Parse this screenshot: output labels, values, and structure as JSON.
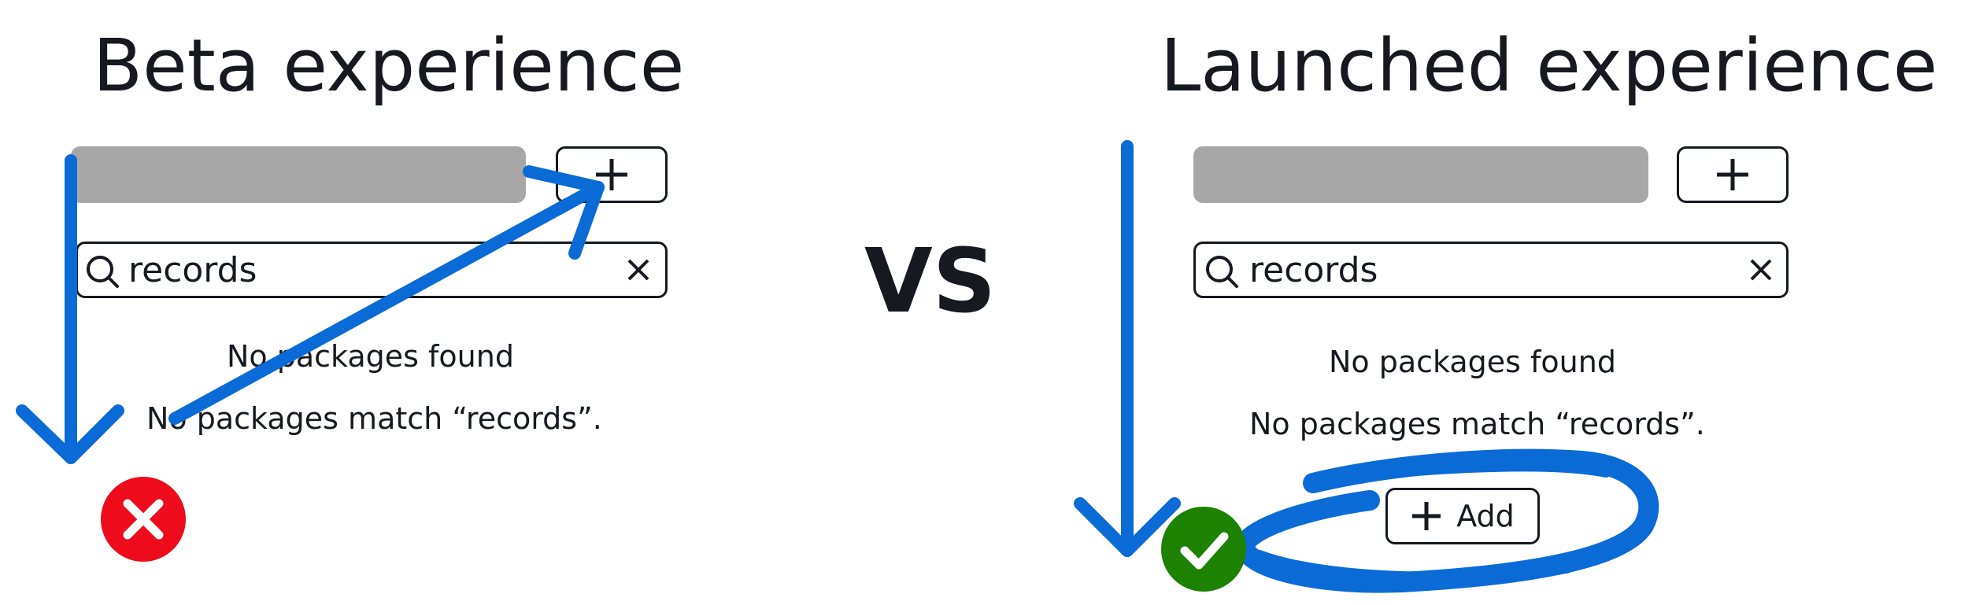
{
  "colors": {
    "text": "#16191f",
    "placeholder_bar": "#a7a7a7",
    "annotation_blue": "#0a6bd6",
    "error_red": "#ee0b1c",
    "success_green": "#1d8102"
  },
  "beta": {
    "title": "Beta experience",
    "search": {
      "value": "records",
      "search_icon": "search-icon",
      "clear_icon": "close-icon"
    },
    "plus_icon": "plus-icon",
    "empty_title": "No packages found",
    "empty_message": "No packages match “records”.",
    "status_icon": "x-circle-icon"
  },
  "separator": "VS",
  "launched": {
    "title": "Launched experience",
    "search": {
      "value": "records",
      "search_icon": "search-icon",
      "clear_icon": "close-icon"
    },
    "plus_icon": "plus-icon",
    "empty_title": "No packages found",
    "empty_message": "No packages match “records”.",
    "add_button_label": "Add",
    "status_icon": "check-circle-icon"
  }
}
